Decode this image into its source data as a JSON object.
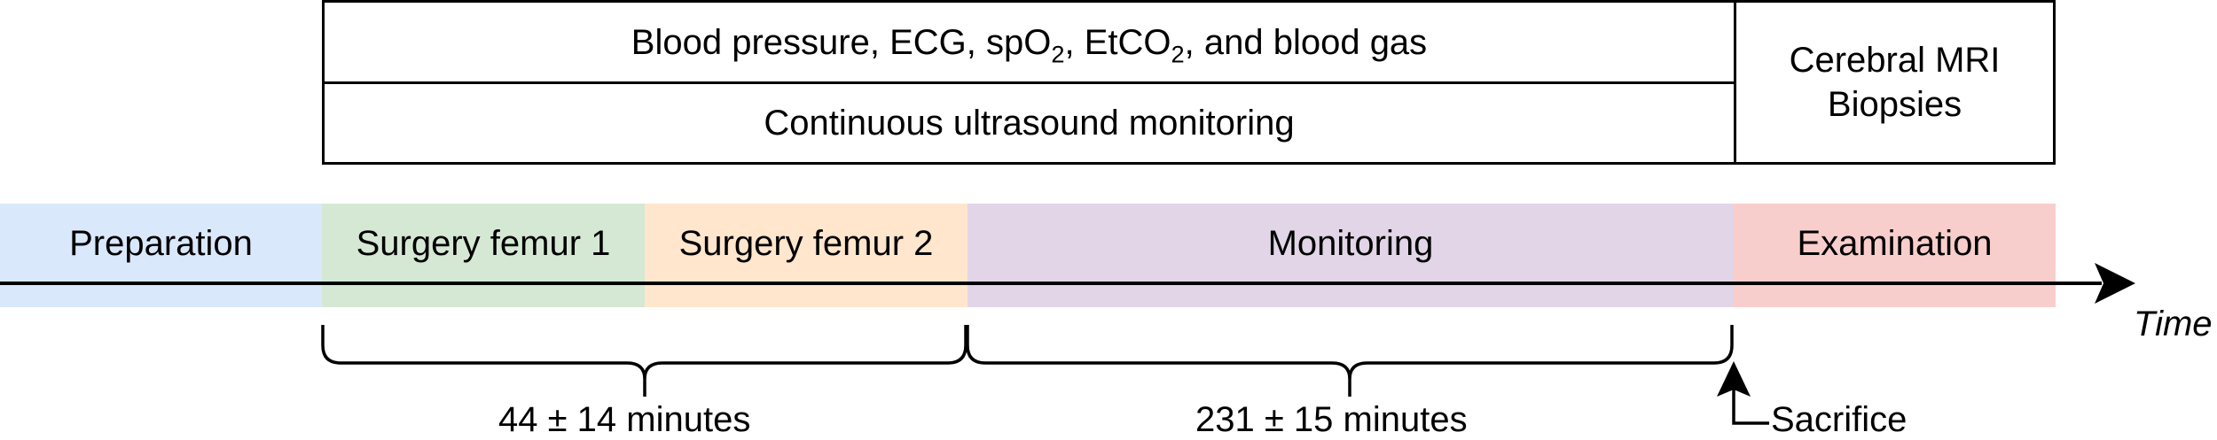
{
  "monitoring_boxes": {
    "vitals_prefix": "Blood pressure, ECG, spO",
    "vitals_sub1": "2",
    "vitals_mid": ", EtCO",
    "vitals_sub2": "2",
    "vitals_suffix": ", and blood gas",
    "ultrasound": "Continuous ultrasound monitoring",
    "post_line1": "Cerebral MRI",
    "post_line2": "Biopsies"
  },
  "phases": [
    {
      "label": "Preparation",
      "color": "#dae8fc"
    },
    {
      "label": "Surgery femur 1",
      "color": "#d5e8d4"
    },
    {
      "label": "Surgery femur 2",
      "color": "#ffe6cc"
    },
    {
      "label": "Monitoring",
      "color": "#e1d5e7"
    },
    {
      "label": "Examination",
      "color": "#f8cecc"
    }
  ],
  "axis": {
    "label": "Time"
  },
  "durations": {
    "surgery": "44 ± 14 minutes",
    "monitoring": "231 ± 15 minutes"
  },
  "event": {
    "label": "Sacrifice"
  }
}
